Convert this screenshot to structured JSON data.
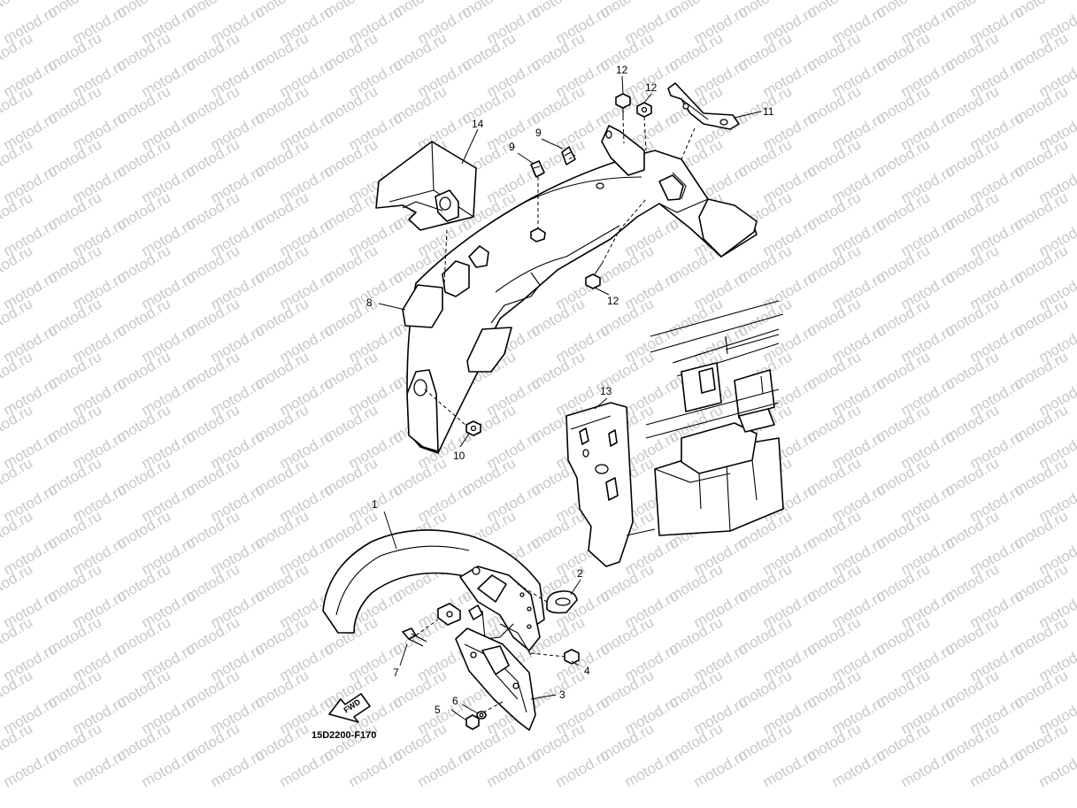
{
  "watermark": "motod.ru",
  "diagram_code": "15D2200-F170",
  "fwd_label": "FWD",
  "callouts": [
    "1",
    "2",
    "3",
    "4",
    "5",
    "6",
    "7",
    "8",
    "9",
    "9",
    "10",
    "11",
    "12",
    "12",
    "12",
    "13",
    "14"
  ],
  "colors": {
    "ink": "#000000",
    "paper": "#ffffff",
    "watermark": "#c8c8c8"
  }
}
